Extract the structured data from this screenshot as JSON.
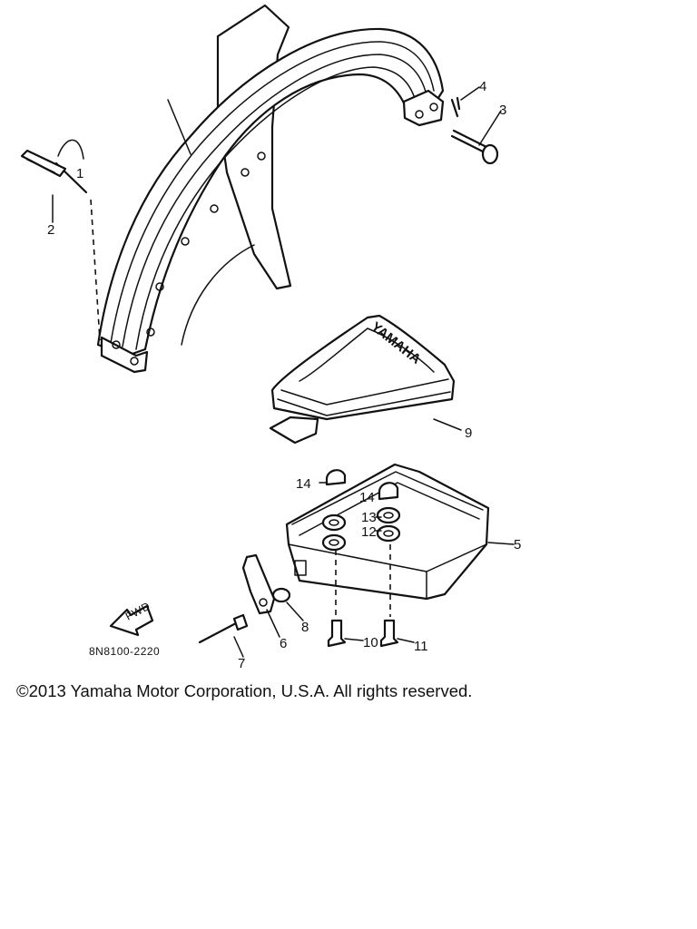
{
  "callouts": {
    "c1": "1",
    "c2": "2",
    "c3": "3",
    "c4": "4",
    "c5": "5",
    "c6": "6",
    "c7": "7",
    "c8": "8",
    "c9": "9",
    "c10": "10",
    "c11": "11",
    "c12": "12",
    "c13": "13",
    "c14a": "14",
    "c14b": "14"
  },
  "cover_brand": "YAMAHA",
  "part_code": "8N8100-2220",
  "fwd_label": "FWD",
  "copyright": "©2013 Yamaha Motor Corporation, U.S.A. All rights reserved."
}
